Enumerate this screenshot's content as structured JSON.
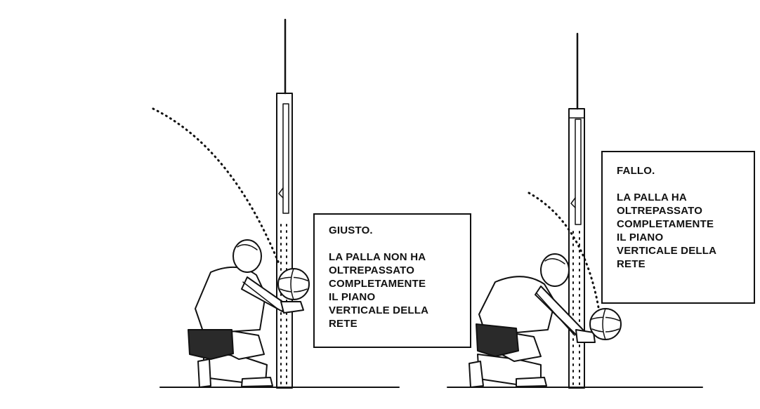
{
  "left_panel": {
    "verdict": "GIUSTO.",
    "lines": [
      "LA PALLA NON HA",
      "OLTREPASSATO",
      "COMPLETAMENTE",
      "IL PIANO",
      "VERTICALE DELLA",
      "RETE"
    ]
  },
  "right_panel": {
    "verdict": "FALLO.",
    "lines": [
      "LA PALLA HA",
      "OLTREPASSATO",
      "COMPLETAMENTE",
      "IL PIANO",
      "VERTICALE DELLA",
      "RETE"
    ]
  },
  "colors": {
    "ink": "#111111",
    "shorts": "#2a2a2a",
    "background": "#ffffff"
  }
}
